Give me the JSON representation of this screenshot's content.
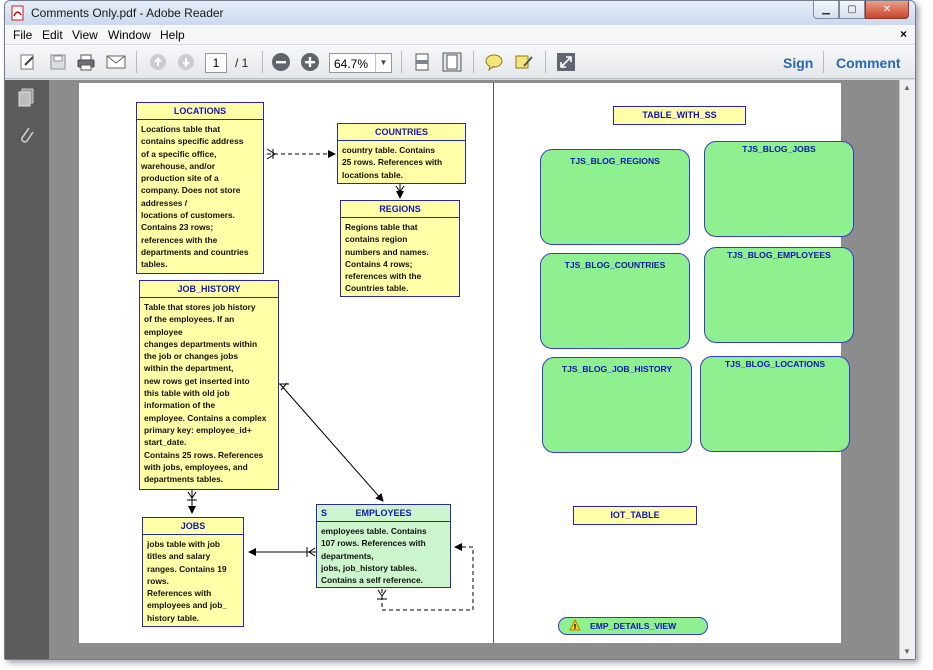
{
  "window": {
    "title": "Comments Only.pdf - Adobe Reader"
  },
  "menu": {
    "items": [
      "File",
      "Edit",
      "View",
      "Window",
      "Help"
    ],
    "close_glyph": "×"
  },
  "toolbar": {
    "page_current": "1",
    "page_total": "/ 1",
    "zoom": "64.7%",
    "sign_label": "Sign",
    "comment_label": "Comment",
    "icons": [
      "create-pdf-icon",
      "save-icon",
      "print-icon",
      "email-icon",
      "prev-page-icon",
      "next-page-icon",
      "zoom-out-icon",
      "zoom-in-icon",
      "fit-width-icon",
      "fit-page-icon",
      "sticky-note-icon",
      "highlight-icon",
      "fullscreen-icon"
    ]
  },
  "diagram": {
    "locations": {
      "title": "LOCATIONS",
      "body": "Locations table that\ncontains specific address\nof a specific office,\nwarehouse, and/or\nproduction site of a\ncompany. Does not store\naddresses /\nlocations of customers.\nContains 23 rows;\nreferences with the\ndepartments and countries\ntables."
    },
    "countries": {
      "title": "COUNTRIES",
      "body": "country table. Contains\n25 rows. References with\nlocations table."
    },
    "regions": {
      "title": "REGIONS",
      "body": "Regions table that\ncontains region\nnumbers and names.\nContains 4 rows;\nreferences with the\nCountries table."
    },
    "job_history": {
      "title": "JOB_HISTORY",
      "body": "Table that stores job history\nof the employees. If an\nemployee\nchanges departments within\nthe job or changes jobs\nwithin the department,\nnew rows get inserted into\nthis table with old job\ninformation of the\nemployee. Contains a complex\nprimary key: employee_id+\nstart_date.\nContains 25 rows. References\nwith jobs, employees, and\ndepartments tables."
    },
    "jobs": {
      "title": "JOBS",
      "body": "jobs table with job\ntitles and salary\nranges. Contains 19\nrows.\nReferences with\nemployees and job_\nhistory table."
    },
    "employees": {
      "prefix": "S",
      "title": "EMPLOYEES",
      "body": "employees table. Contains\n107 rows. References with\ndepartments,\njobs, job_history tables.\nContains a self reference."
    },
    "table_with_ss": "TABLE_WITH_SS",
    "green_boxes": [
      "TJS_BLOG_REGIONS",
      "TJS_BLOG_JOBS",
      "TJS_BLOG_COUNTRIES",
      "TJS_BLOG_EMPLOYEES",
      "TJS_BLOG_JOB_HISTORY",
      "TJS_BLOG_LOCATIONS"
    ],
    "iot_table": "IOT_TABLE",
    "view": "EMP_DETAILS_VIEW",
    "view_warning_glyph": "!"
  }
}
